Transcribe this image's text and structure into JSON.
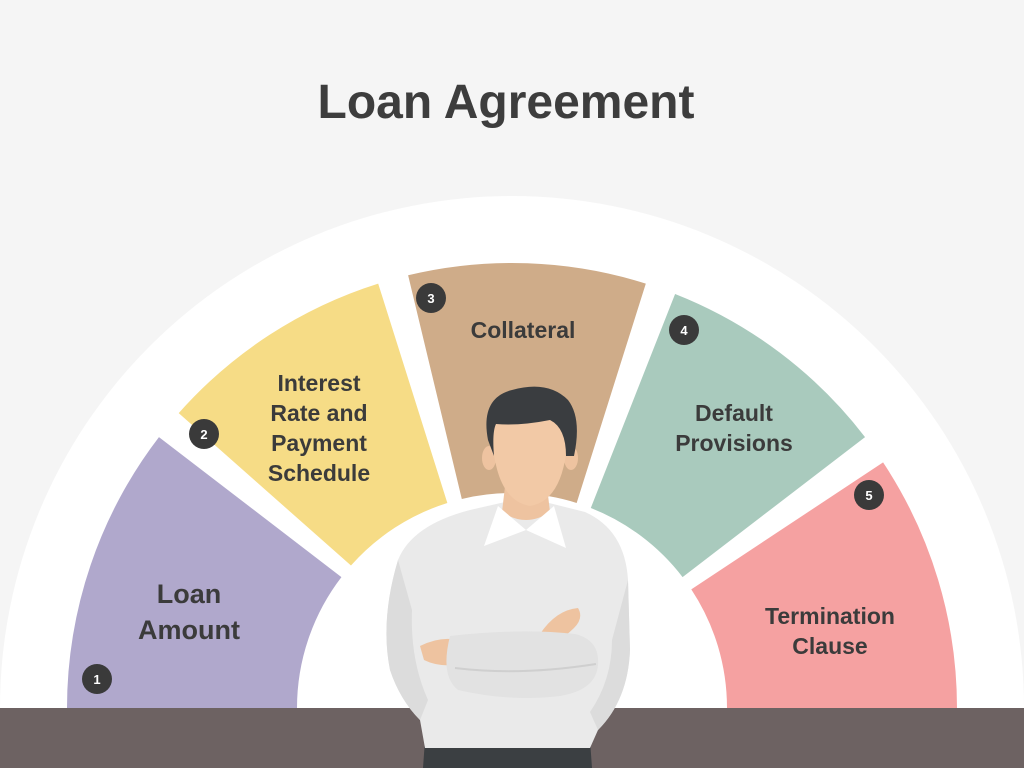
{
  "title": "Loan Agreement",
  "segments": [
    {
      "number": "1",
      "lines": [
        "Loan",
        "Amount"
      ],
      "color": "#b0a8cc"
    },
    {
      "number": "2",
      "lines": [
        "Interest",
        "Rate and",
        "Payment",
        "Schedule"
      ],
      "color": "#f6dc86"
    },
    {
      "number": "3",
      "lines": [
        "Collateral"
      ],
      "color": "#cfac89"
    },
    {
      "number": "4",
      "lines": [
        "Default",
        "Provisions"
      ],
      "color": "#a9cabd"
    },
    {
      "number": "5",
      "lines": [
        "Termination",
        "Clause"
      ],
      "color": "#f5a1a1"
    }
  ],
  "colors": {
    "background": "#f5f5f5",
    "arc_background": "#ffffff",
    "ground": "#6d6262",
    "badge": "#3a3a3a",
    "text": "#3b3b3b"
  },
  "illustration": "businessman-arms-crossed"
}
